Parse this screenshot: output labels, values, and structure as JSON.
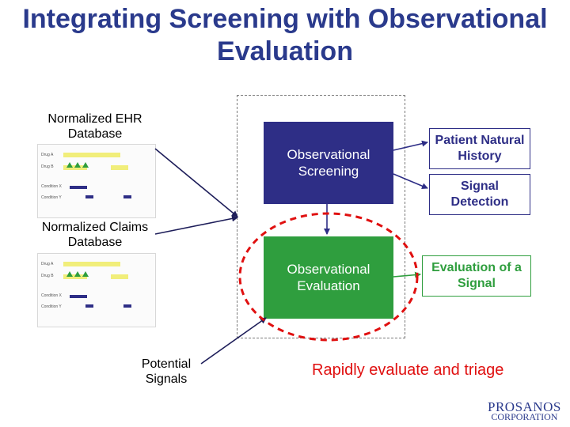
{
  "title": {
    "line1": "Integrating Screening with Observational",
    "line2": "Evaluation"
  },
  "sources": {
    "ehr_line1": "Normalized EHR",
    "ehr_line2": "Database",
    "claims_line1": "Normalized Claims",
    "claims_line2": "Database",
    "signals_line1": "Potential",
    "signals_line2": "Signals"
  },
  "thumbnail": {
    "row1": "Drug A",
    "row2": "Drug B",
    "row3": "Condition X",
    "row4": "Condition Y"
  },
  "boxes": {
    "screening_line1": "Observational",
    "screening_line2": "Screening",
    "evaluation_line1": "Observational",
    "evaluation_line2": "Evaluation",
    "natural_history_line1": "Patient Natural",
    "natural_history_line2": "History",
    "signal_detection_line1": "Signal",
    "signal_detection_line2": "Detection",
    "signal_eval_line1": "Evaluation of a",
    "signal_eval_line2": "Signal"
  },
  "tagline": "Rapidly evaluate and triage",
  "logo": {
    "line1": "PROSANOS",
    "line2": "CORPORATION"
  },
  "colors": {
    "title": "#2a3a8c",
    "screening": "#2e2e86",
    "evaluation": "#2f9e3e",
    "highlight": "#e01010"
  }
}
